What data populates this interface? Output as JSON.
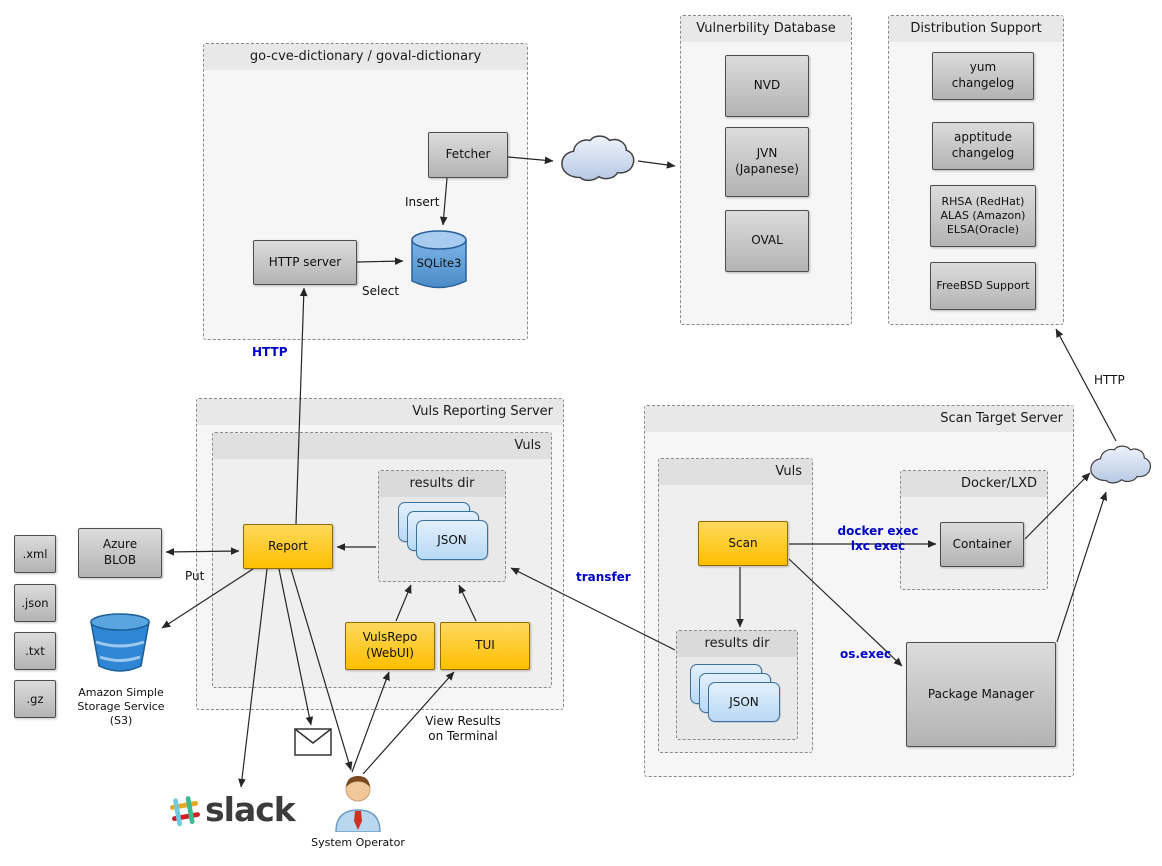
{
  "diagram": {
    "cve_dictionary": {
      "title": "go-cve-dictionary / goval-dictionary",
      "fetcher": "Fetcher",
      "http_server": "HTTP server",
      "sqlite": "SQLite3",
      "insert_label": "Insert",
      "select_label": "Select"
    },
    "vuln_db": {
      "title": "Vulnerbility Database",
      "items": [
        "NVD",
        "JVN\n(Japanese)",
        "OVAL"
      ]
    },
    "dist_support": {
      "title": "Distribution Support",
      "items": [
        "yum\nchangelog",
        "apptitude\nchangelog",
        "RHSA (RedHat)\nALAS (Amazon)\nELSA(Oracle)",
        "FreeBSD Support"
      ]
    },
    "reporting_server": {
      "title": "Vuls Reporting Server",
      "vuls_title": "Vuls",
      "report": "Report",
      "results_dir": "results dir",
      "json_label": "JSON",
      "vulsrepo": "VulsRepo\n(WebUI)",
      "tui": "TUI"
    },
    "scan_server": {
      "title": "Scan Target Server",
      "vuls_title": "Vuls",
      "scan": "Scan",
      "results_dir": "results dir",
      "json_label": "JSON",
      "docker_title": "Docker/LXD",
      "container": "Container",
      "package_manager": "Package Manager"
    },
    "outputs": {
      "formats": [
        ".xml",
        ".json",
        ".txt",
        ".gz"
      ],
      "azure": "Azure\nBLOB",
      "s3_label": "Amazon Simple\nStorage Service\n(S3)",
      "put_label": "Put",
      "slack_label": "slack",
      "operator_label": "System Operator",
      "view_results_label": "View Results\non Terminal"
    },
    "edge_labels": {
      "http_report": "HTTP",
      "transfer": "transfer",
      "docker_exec": "docker exec\nlxc exec",
      "os_exec": "os.exec",
      "http_dist": "HTTP"
    }
  }
}
